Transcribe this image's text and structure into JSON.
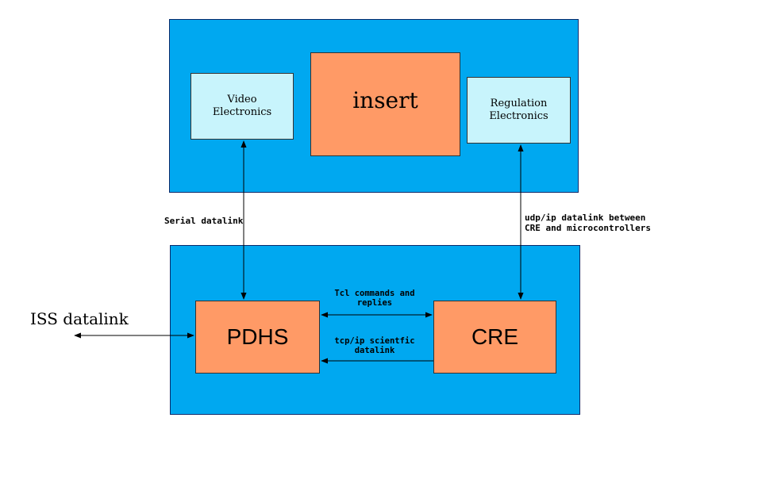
{
  "top_panel": {
    "video": {
      "line1": "Video",
      "line2": "Electronics"
    },
    "insert": "insert",
    "regulation": {
      "line1": "Regulation",
      "line2": "Electronics"
    }
  },
  "bottom_panel": {
    "pdhs": "PDHS",
    "cre": "CRE"
  },
  "links": {
    "serial": "Serial datalink",
    "udp": {
      "line1": "udp/ip datalink between",
      "line2": "CRE and microcontrollers"
    },
    "tcl": {
      "line1": "Tcl commands and",
      "line2": "replies"
    },
    "tcp": {
      "line1": "tcp/ip scientfic",
      "line2": "datalink"
    },
    "iss": "ISS datalink"
  },
  "colors": {
    "panel": "#00a8f0",
    "light_box": "#c8f4fc",
    "orange_box": "#ff9a66"
  }
}
